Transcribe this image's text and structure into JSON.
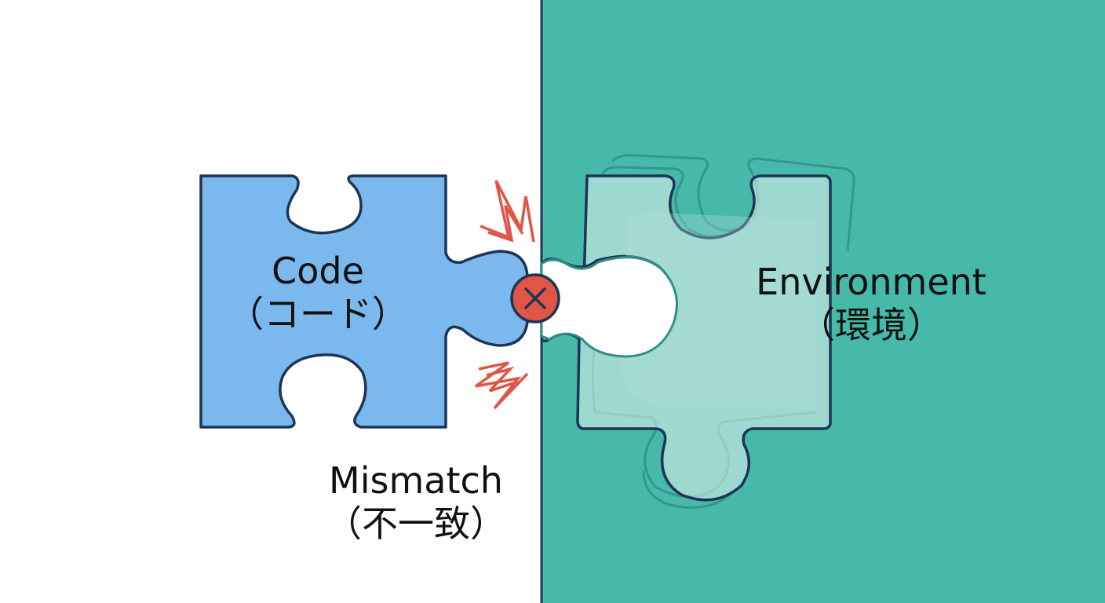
{
  "labels": {
    "code": {
      "title": "Code",
      "subtitle": "（コード）"
    },
    "environment": {
      "title": "Environment",
      "subtitle": "（環境）"
    },
    "mismatch": {
      "title": "Mismatch",
      "subtitle": "（不一致）"
    }
  },
  "icons": {
    "error": "x-circle-icon",
    "spark": "jagged-spark-icon"
  },
  "colors": {
    "background_left": "#ffffff",
    "background_right": "#46b9a9",
    "code_piece": "#7ab8ee",
    "outline": "#1d3557",
    "error_red": "#e05545",
    "spark_red": "#e05545",
    "ghost_fill": "#e6f4f2"
  }
}
